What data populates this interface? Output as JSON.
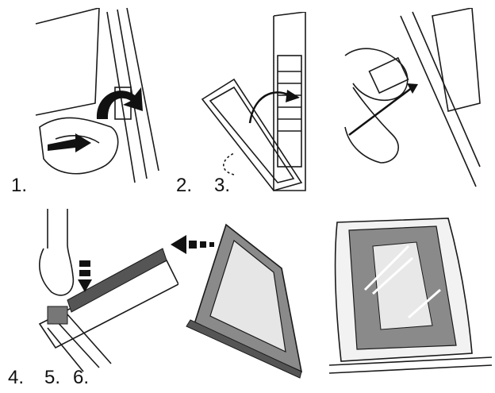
{
  "steps": {
    "s1": "1.",
    "s2": "2.",
    "s3": "3.",
    "s4": "4.",
    "s5": "5.",
    "s6": "6."
  },
  "colors": {
    "line": "#1a1a1a",
    "glass_frame": "#8a8a8a",
    "glass": "#d9d9d9",
    "arrow": "#111111"
  }
}
